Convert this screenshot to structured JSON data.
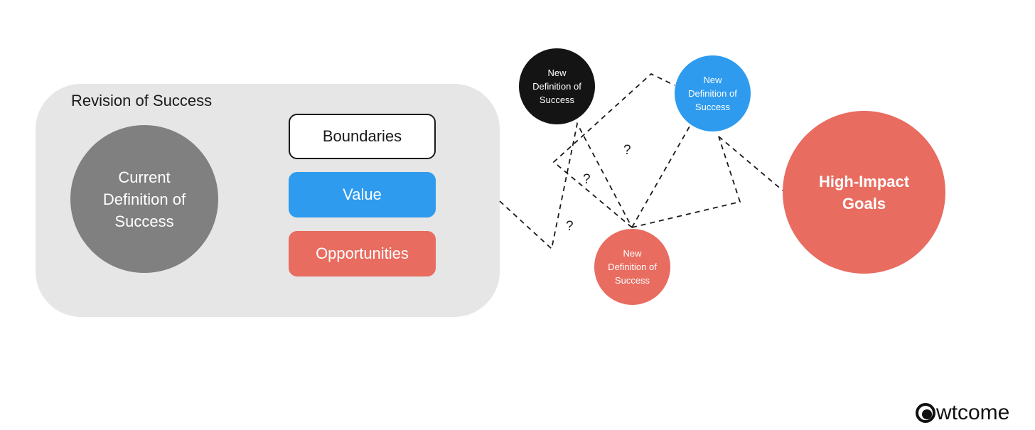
{
  "revision_panel": {
    "title": "Revision of Success",
    "current_definition": "Current Definition of Success",
    "pills": {
      "boundaries": "Boundaries",
      "value": "Value",
      "opportunities": "Opportunities"
    }
  },
  "new_definitions": {
    "black": "New Definition of Success",
    "blue": "New Definition of Success",
    "red": "New Definition of Success"
  },
  "goal": "High-Impact Goals",
  "question_marks": [
    "?",
    "?",
    "?"
  ],
  "logo": {
    "text": "wtcome"
  },
  "colors": {
    "panel": "#e6e6e6",
    "gray_circle": "#808080",
    "blue": "#2e9bef",
    "red": "#e86c60",
    "black": "#141414"
  }
}
